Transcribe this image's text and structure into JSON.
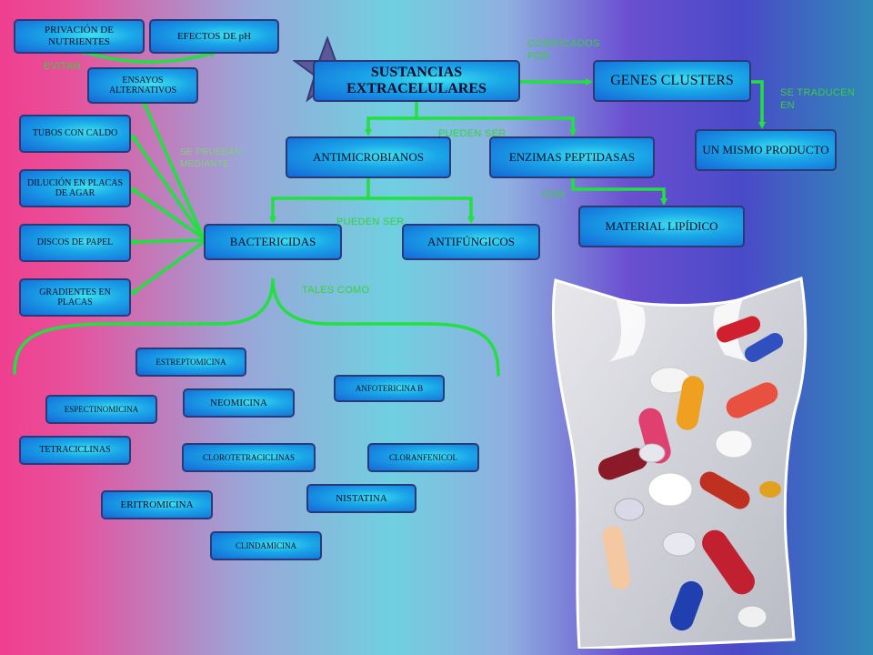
{
  "nodes": {
    "privacion": "PRIVACIÓN DE NUTRIENTES",
    "efectos_ph": "EFECTOS DE pH",
    "ensayos": "ENSAYOS ALTERNATIVOS",
    "tubos": "TUBOS CON CALDO",
    "dilucion": "DILUCIÓN EN PLACAS DE AGAR",
    "discos": "DISCOS DE PAPEL",
    "gradientes": "GRADIENTES EN PLACAS",
    "sustancias": "SUSTANCIAS EXTRACELULARES",
    "genes": "GENES CLUSTERS",
    "mismo_producto": "UN MISMO PRODUCTO",
    "antimicrobianos": "ANTIMICROBIANOS",
    "enzimas": "ENZIMAS PEPTIDASAS",
    "material": "MATERIAL LIPÍDICO",
    "bactericidas": "BACTERICIDAS",
    "antifungicos": "ANTIFÚNGICOS",
    "estreptomicina": "ESTREPTOMICINA",
    "anfotericina": "ANFOTERICINA B",
    "espectinomicina": "ESPECTINOMICINA",
    "neomicina": "NEOMICINA",
    "tetraciclinas": "TETRACICLINAS",
    "clorotetraciclinas": "CLOROTETRACICLINAS",
    "cloranfenicol": "CLORANFENICOL",
    "nistatina": "NISTATINA",
    "eritromicina": "ERITROMICINA",
    "clindamicina": "CLINDAMICINA"
  },
  "labels": {
    "evitan": "EVITAN",
    "codificados_por": "CODIFICADOS POR",
    "se_traducen_en": "SE TRADUCEN EN",
    "pueden_ser_1": "PUEDEN SER",
    "pueden_ser_2": "PUEDEN SER",
    "con": "CON",
    "se_prueban_mediante": "SE PRUEBAN MEDIANTE",
    "tales_como": "TALES COMO"
  },
  "colors": {
    "edge": "#22e040",
    "node_border": "#2a3a78",
    "star": "#5a5a9a"
  },
  "icons": {
    "star": "star-icon",
    "photo": "pills-photo"
  }
}
